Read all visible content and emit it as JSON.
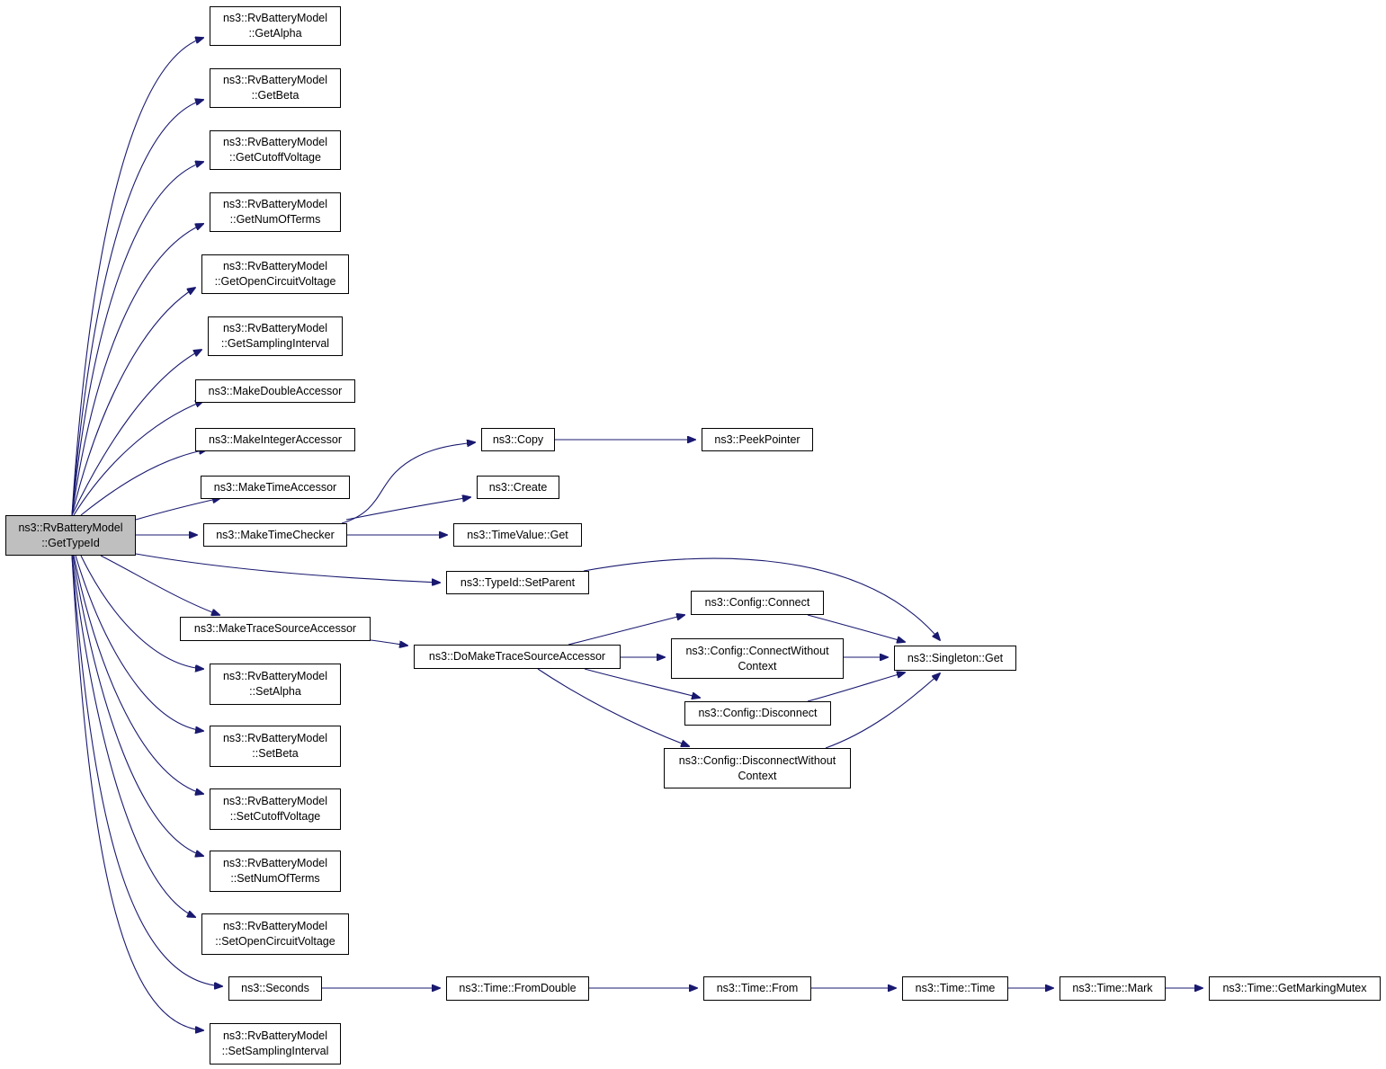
{
  "diagram": {
    "edge_color": "#191970",
    "root_fill": "#bfbfbf",
    "nodes": [
      {
        "id": "root",
        "lines": [
          "ns3::RvBatteryModel",
          "::GetTypeId"
        ],
        "root": true
      },
      {
        "id": "getalpha",
        "lines": [
          "ns3::RvBatteryModel",
          "::GetAlpha"
        ]
      },
      {
        "id": "getbeta",
        "lines": [
          "ns3::RvBatteryModel",
          "::GetBeta"
        ]
      },
      {
        "id": "getcutoff",
        "lines": [
          "ns3::RvBatteryModel",
          "::GetCutoffVoltage"
        ]
      },
      {
        "id": "getnumterms",
        "lines": [
          "ns3::RvBatteryModel",
          "::GetNumOfTerms"
        ]
      },
      {
        "id": "getopencircuit",
        "lines": [
          "ns3::RvBatteryModel",
          "::GetOpenCircuitVoltage"
        ]
      },
      {
        "id": "getsampling",
        "lines": [
          "ns3::RvBatteryModel",
          "::GetSamplingInterval"
        ]
      },
      {
        "id": "makedouble",
        "lines": [
          "ns3::MakeDoubleAccessor"
        ]
      },
      {
        "id": "makeinteger",
        "lines": [
          "ns3::MakeIntegerAccessor"
        ]
      },
      {
        "id": "maketimeacc",
        "lines": [
          "ns3::MakeTimeAccessor"
        ]
      },
      {
        "id": "maketimechk",
        "lines": [
          "ns3::MakeTimeChecker"
        ]
      },
      {
        "id": "copy",
        "lines": [
          "ns3::Copy"
        ]
      },
      {
        "id": "peekpointer",
        "lines": [
          "ns3::PeekPointer"
        ]
      },
      {
        "id": "create",
        "lines": [
          "ns3::Create"
        ]
      },
      {
        "id": "timevalueget",
        "lines": [
          "ns3::TimeValue::Get"
        ]
      },
      {
        "id": "setparent",
        "lines": [
          "ns3::TypeId::SetParent"
        ]
      },
      {
        "id": "maketrace",
        "lines": [
          "ns3::MakeTraceSourceAccessor"
        ]
      },
      {
        "id": "domaketrace",
        "lines": [
          "ns3::DoMakeTraceSourceAccessor"
        ]
      },
      {
        "id": "connect",
        "lines": [
          "ns3::Config::Connect"
        ]
      },
      {
        "id": "connectwc",
        "lines": [
          "ns3::Config::ConnectWithout",
          "Context"
        ]
      },
      {
        "id": "disconnect",
        "lines": [
          "ns3::Config::Disconnect"
        ]
      },
      {
        "id": "disconnectwc",
        "lines": [
          "ns3::Config::DisconnectWithout",
          "Context"
        ]
      },
      {
        "id": "singleton",
        "lines": [
          "ns3::Singleton::Get"
        ]
      },
      {
        "id": "setalpha",
        "lines": [
          "ns3::RvBatteryModel",
          "::SetAlpha"
        ]
      },
      {
        "id": "setbeta",
        "lines": [
          "ns3::RvBatteryModel",
          "::SetBeta"
        ]
      },
      {
        "id": "setcutoff",
        "lines": [
          "ns3::RvBatteryModel",
          "::SetCutoffVoltage"
        ]
      },
      {
        "id": "setnumterms",
        "lines": [
          "ns3::RvBatteryModel",
          "::SetNumOfTerms"
        ]
      },
      {
        "id": "setopencircuit",
        "lines": [
          "ns3::RvBatteryModel",
          "::SetOpenCircuitVoltage"
        ]
      },
      {
        "id": "seconds",
        "lines": [
          "ns3::Seconds"
        ]
      },
      {
        "id": "fromdouble",
        "lines": [
          "ns3::Time::FromDouble"
        ]
      },
      {
        "id": "timefrom",
        "lines": [
          "ns3::Time::From"
        ]
      },
      {
        "id": "timetime",
        "lines": [
          "ns3::Time::Time"
        ]
      },
      {
        "id": "timemark",
        "lines": [
          "ns3::Time::Mark"
        ]
      },
      {
        "id": "markingmutex",
        "lines": [
          "ns3::Time::GetMarkingMutex"
        ]
      },
      {
        "id": "setsampling",
        "lines": [
          "ns3::RvBatteryModel",
          "::SetSamplingInterval"
        ]
      }
    ],
    "edges": [
      [
        "root",
        "getalpha"
      ],
      [
        "root",
        "getbeta"
      ],
      [
        "root",
        "getcutoff"
      ],
      [
        "root",
        "getnumterms"
      ],
      [
        "root",
        "getopencircuit"
      ],
      [
        "root",
        "getsampling"
      ],
      [
        "root",
        "makedouble"
      ],
      [
        "root",
        "makeinteger"
      ],
      [
        "root",
        "maketimeacc"
      ],
      [
        "root",
        "maketimechk"
      ],
      [
        "root",
        "setparent"
      ],
      [
        "root",
        "maketrace"
      ],
      [
        "root",
        "setalpha"
      ],
      [
        "root",
        "setbeta"
      ],
      [
        "root",
        "setcutoff"
      ],
      [
        "root",
        "setnumterms"
      ],
      [
        "root",
        "setopencircuit"
      ],
      [
        "root",
        "seconds"
      ],
      [
        "root",
        "setsampling"
      ],
      [
        "maketimechk",
        "copy"
      ],
      [
        "maketimechk",
        "create"
      ],
      [
        "maketimechk",
        "timevalueget"
      ],
      [
        "copy",
        "peekpointer"
      ],
      [
        "setparent",
        "singleton"
      ],
      [
        "maketrace",
        "domaketrace"
      ],
      [
        "domaketrace",
        "connect"
      ],
      [
        "domaketrace",
        "connectwc"
      ],
      [
        "domaketrace",
        "disconnect"
      ],
      [
        "domaketrace",
        "disconnectwc"
      ],
      [
        "connect",
        "singleton"
      ],
      [
        "connectwc",
        "singleton"
      ],
      [
        "disconnect",
        "singleton"
      ],
      [
        "disconnectwc",
        "singleton"
      ],
      [
        "seconds",
        "fromdouble"
      ],
      [
        "fromdouble",
        "timefrom"
      ],
      [
        "timefrom",
        "timetime"
      ],
      [
        "timetime",
        "timemark"
      ],
      [
        "timemark",
        "markingmutex"
      ]
    ]
  }
}
